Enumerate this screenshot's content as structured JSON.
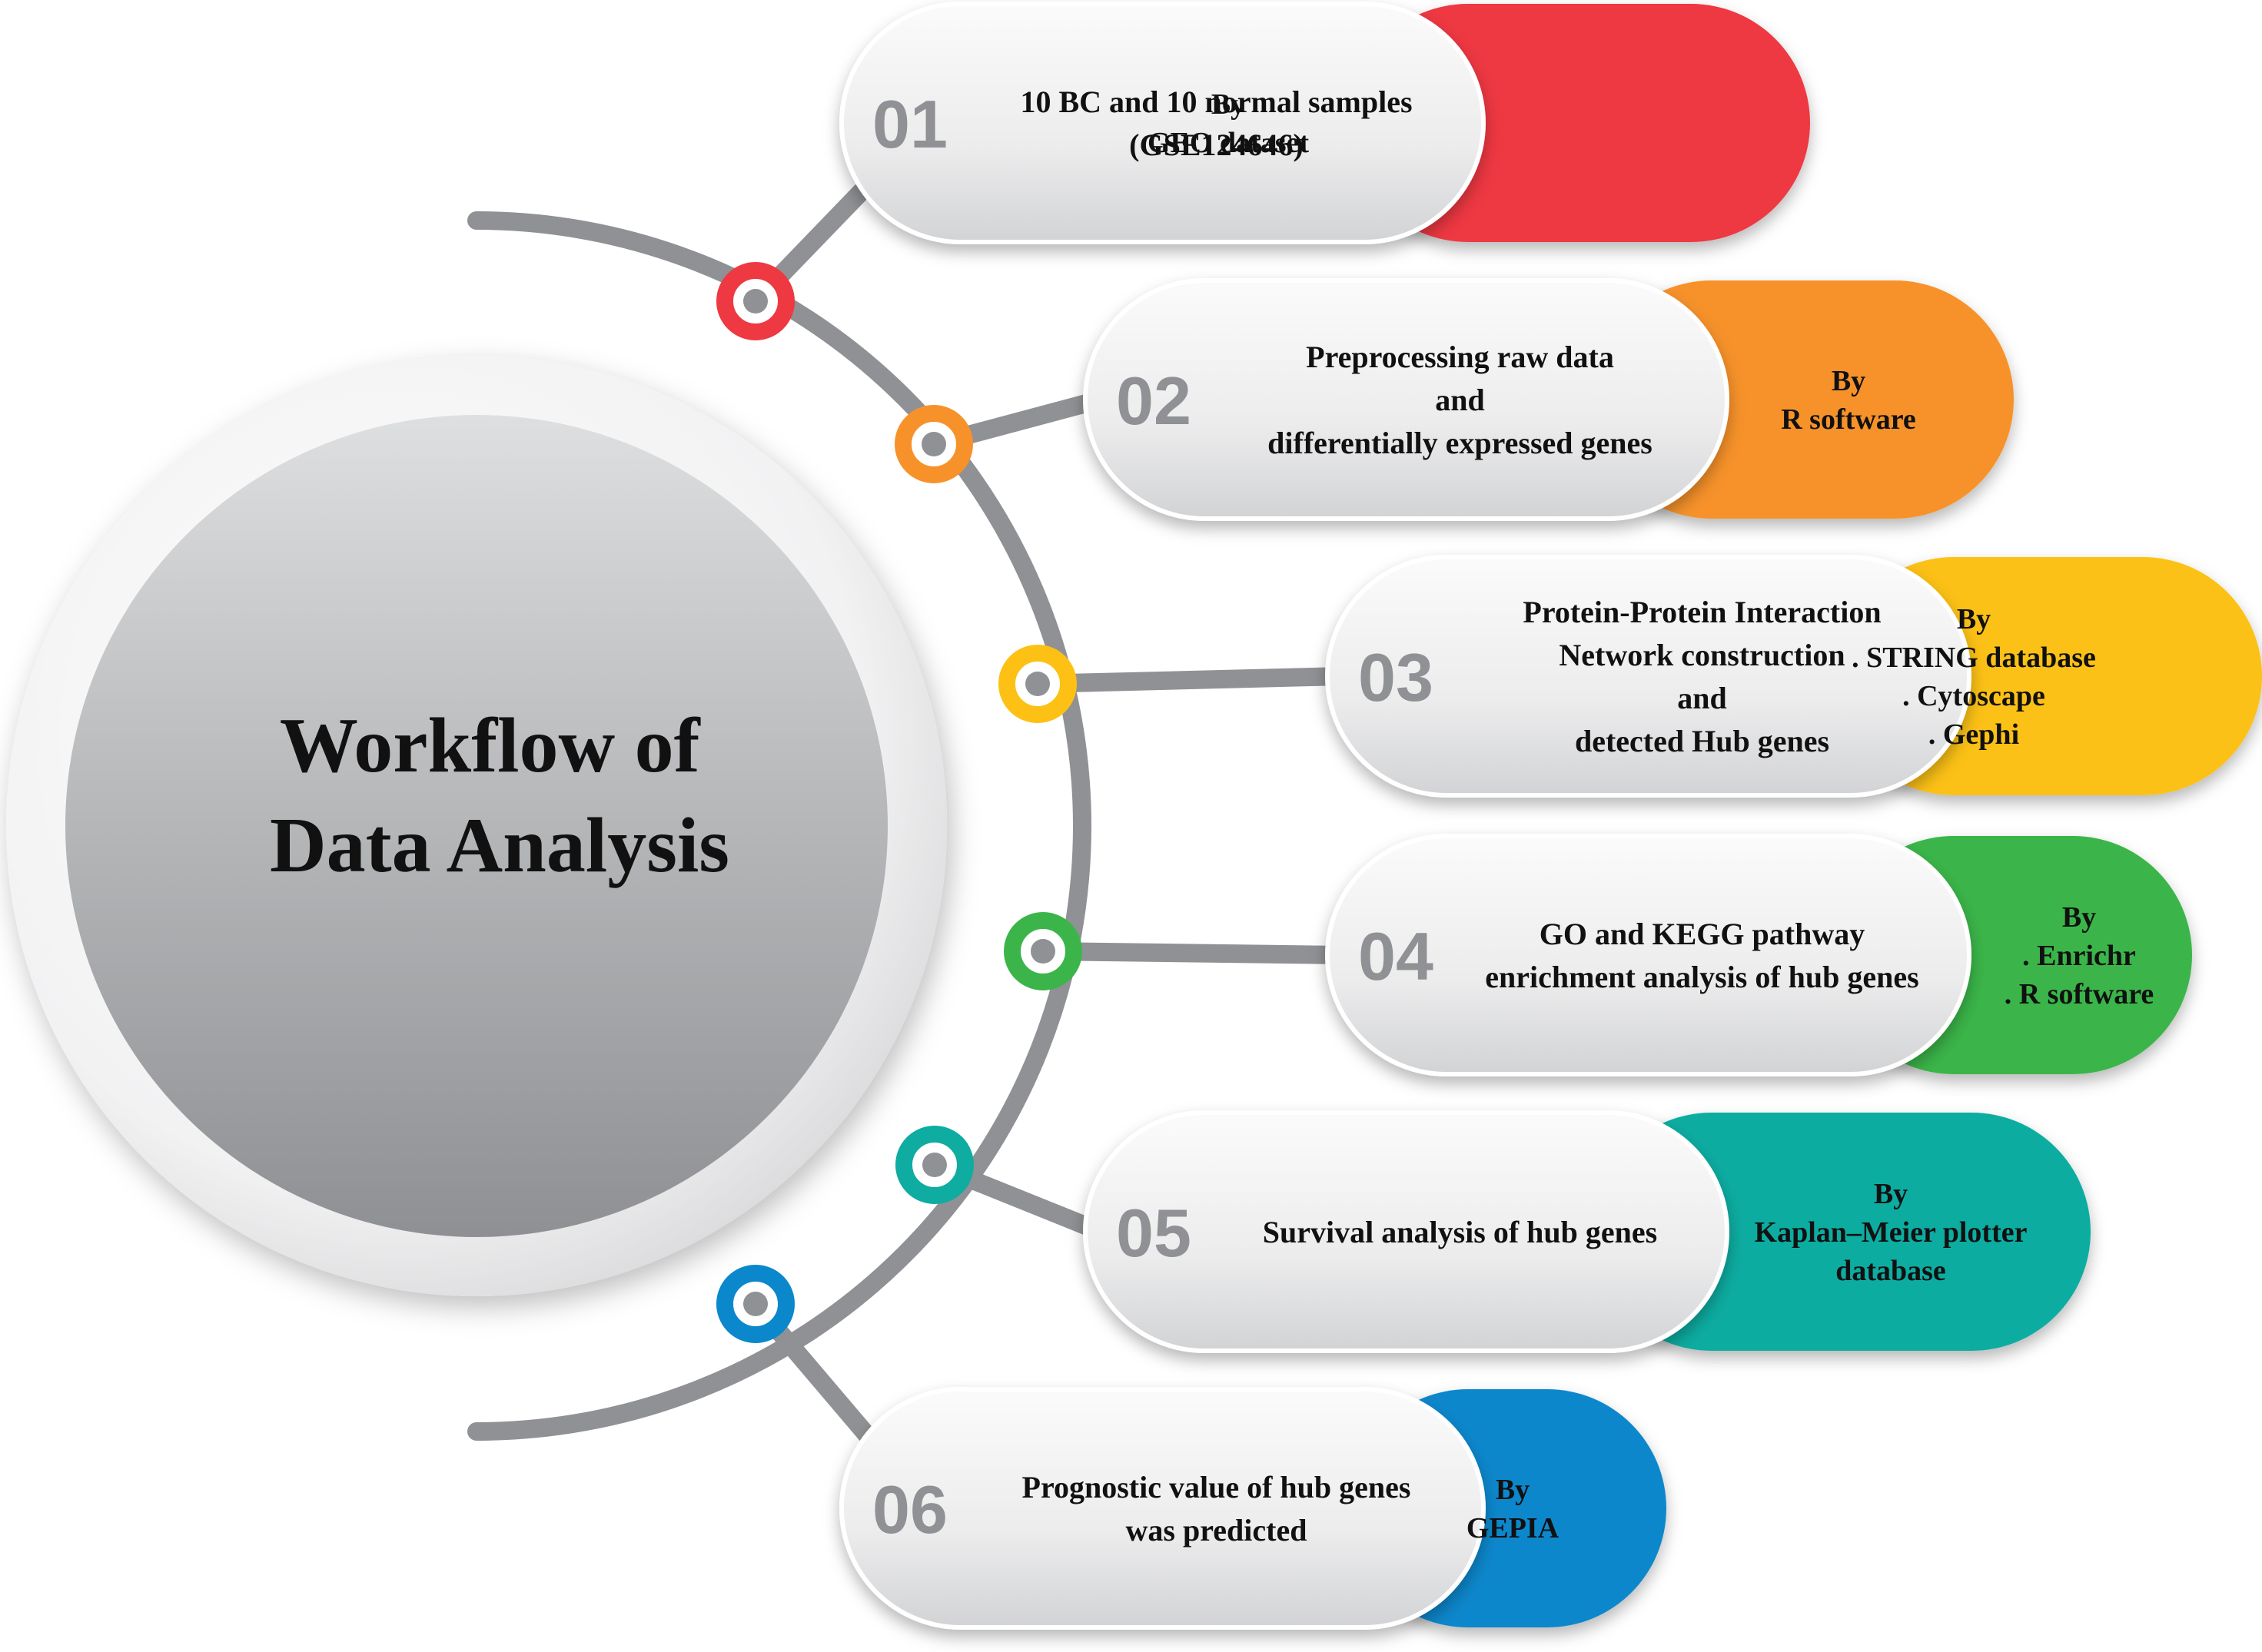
{
  "title": [
    "Workflow of",
    "Data Analysis"
  ],
  "steps": [
    {
      "number": "01",
      "description": [
        "10 BC and 10 normal samples",
        "(GSE124646)"
      ],
      "tool": [
        "By",
        "GEO dataset"
      ],
      "color": "#ee3842"
    },
    {
      "number": "02",
      "description": [
        "Preprocessing raw data",
        "and",
        "differentially expressed genes"
      ],
      "tool": [
        "By",
        "R software"
      ],
      "color": "#f7922a"
    },
    {
      "number": "03",
      "description": [
        "Protein-Protein Interaction",
        "Network construction",
        "and",
        "detected Hub genes"
      ],
      "tool": [
        "By",
        ". STRING database",
        ". Cytoscape",
        ". Gephi"
      ],
      "color": "#fcc114"
    },
    {
      "number": "04",
      "description": [
        "GO and KEGG pathway",
        "enrichment analysis of hub genes"
      ],
      "tool": [
        "By",
        ". Enrichr",
        ". R software"
      ],
      "color": "#3bb54a"
    },
    {
      "number": "05",
      "description": [
        "Survival analysis of hub genes"
      ],
      "tool": [
        "By",
        "Kaplan–Meier plotter",
        "database"
      ],
      "color": "#0eaca1"
    },
    {
      "number": "06",
      "description": [
        "Prognostic value of hub genes",
        "was predicted"
      ],
      "tool": [
        "By",
        "GEPIA"
      ],
      "color": "#0b87cc"
    }
  ]
}
